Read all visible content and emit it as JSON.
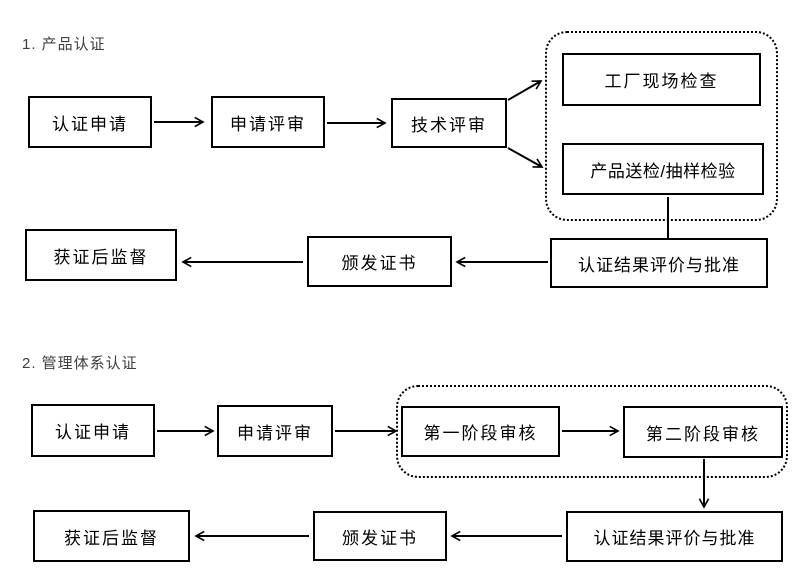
{
  "page": {
    "background": "#ffffff"
  },
  "colors": {
    "line": "#000000",
    "box_border": "#000000",
    "box_background": "#ffffff",
    "box_text": "#000000",
    "section_title_text": "#3f3f3f"
  },
  "sections": [
    {
      "title": "1. 产品认证",
      "nodes": [
        {
          "id": "certification-application",
          "label": "认证申请"
        },
        {
          "id": "application-review",
          "label": "申请评审"
        },
        {
          "id": "technical-review",
          "label": "技术评审"
        },
        {
          "id": "factory-site-inspection",
          "label": "工厂现场检查"
        },
        {
          "id": "product-sampling-inspection",
          "label": "产品送检/抽样检验"
        },
        {
          "id": "result-evaluation-approval",
          "label": "认证结果评价与批准"
        },
        {
          "id": "certificate-issuance",
          "label": "颁发证书"
        },
        {
          "id": "post-certification-supervision",
          "label": "获证后监督"
        }
      ]
    },
    {
      "title": "2. 管理体系认证",
      "nodes": [
        {
          "id": "certification-application",
          "label": "认证申请"
        },
        {
          "id": "application-review",
          "label": "申请评审"
        },
        {
          "id": "stage-one-audit",
          "label": "第一阶段审核"
        },
        {
          "id": "stage-two-audit",
          "label": "第二阶段审核"
        },
        {
          "id": "result-evaluation-approval",
          "label": "认证结果评价与批准"
        },
        {
          "id": "certificate-issuance",
          "label": "颁发证书"
        },
        {
          "id": "post-certification-supervision",
          "label": "获证后监督"
        }
      ]
    }
  ]
}
